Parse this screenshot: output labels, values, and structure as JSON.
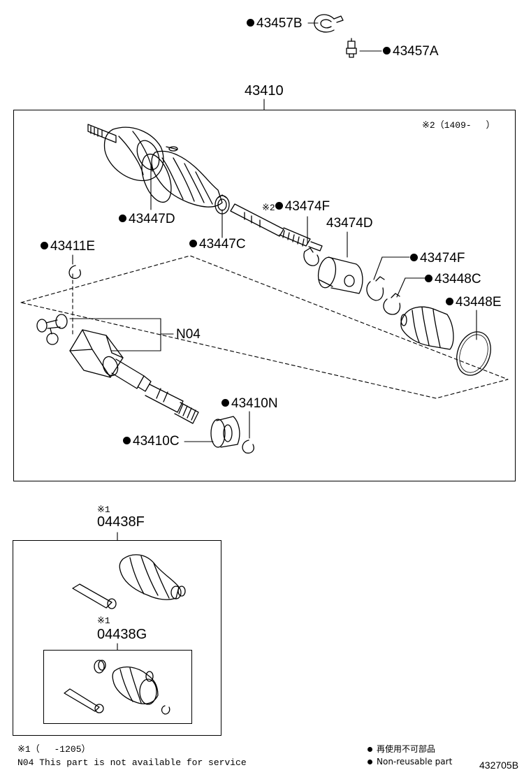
{
  "diagram": {
    "parts": {
      "p43457B": {
        "code": "43457B",
        "reusable": false
      },
      "p43457A": {
        "code": "43457A",
        "reusable": false
      },
      "p43410": {
        "code": "43410"
      },
      "p43447D": {
        "code": "43447D",
        "reusable": false
      },
      "p43447C": {
        "code": "43447C",
        "reusable": false
      },
      "p43474F_top": {
        "code": "43474F",
        "reusable": false,
        "note": "※2"
      },
      "p43474D": {
        "code": "43474D"
      },
      "p43474F_side": {
        "code": "43474F",
        "reusable": false
      },
      "p43448C": {
        "code": "43448C",
        "reusable": false
      },
      "p43448E": {
        "code": "43448E",
        "reusable": false
      },
      "p43411E": {
        "code": "43411E",
        "reusable": false
      },
      "pN04": {
        "code": "N04"
      },
      "p43410N": {
        "code": "43410N",
        "reusable": false
      },
      "p43410C": {
        "code": "43410C",
        "reusable": false
      },
      "p04438F": {
        "code": "04438F",
        "note": "※1"
      },
      "p04438G": {
        "code": "04438G",
        "note": "※1"
      }
    },
    "range_note": "※2（1409-　 ）",
    "footnotes": {
      "n1": "※1（　 -1205）",
      "n04": "N04 This part is not available for service"
    },
    "legend": {
      "jp": "再使用不可部品",
      "en": "Non-reusable part"
    },
    "diagram_id": "432705B"
  }
}
